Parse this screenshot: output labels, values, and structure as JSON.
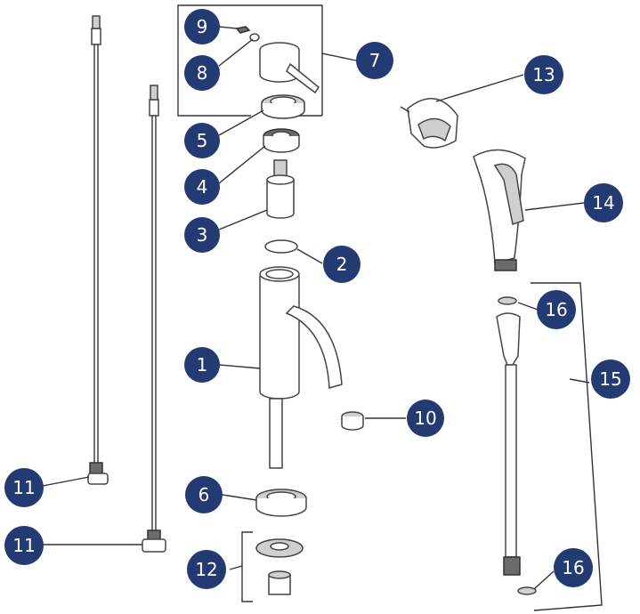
{
  "colors": {
    "badge_fill": "#233a73",
    "badge_text": "#ffffff",
    "line": "#333333"
  },
  "callouts": [
    {
      "id": "c9",
      "label": "9"
    },
    {
      "id": "c8",
      "label": "8"
    },
    {
      "id": "c7",
      "label": "7"
    },
    {
      "id": "c5",
      "label": "5"
    },
    {
      "id": "c4",
      "label": "4"
    },
    {
      "id": "c3",
      "label": "3"
    },
    {
      "id": "c2",
      "label": "2"
    },
    {
      "id": "c1",
      "label": "1"
    },
    {
      "id": "c10",
      "label": "10"
    },
    {
      "id": "c6",
      "label": "6"
    },
    {
      "id": "c12",
      "label": "12"
    },
    {
      "id": "c11a",
      "label": "11"
    },
    {
      "id": "c11b",
      "label": "11"
    },
    {
      "id": "c13",
      "label": "13"
    },
    {
      "id": "c14",
      "label": "14"
    },
    {
      "id": "c16a",
      "label": "16"
    },
    {
      "id": "c15",
      "label": "15"
    },
    {
      "id": "c16b",
      "label": "16"
    }
  ]
}
